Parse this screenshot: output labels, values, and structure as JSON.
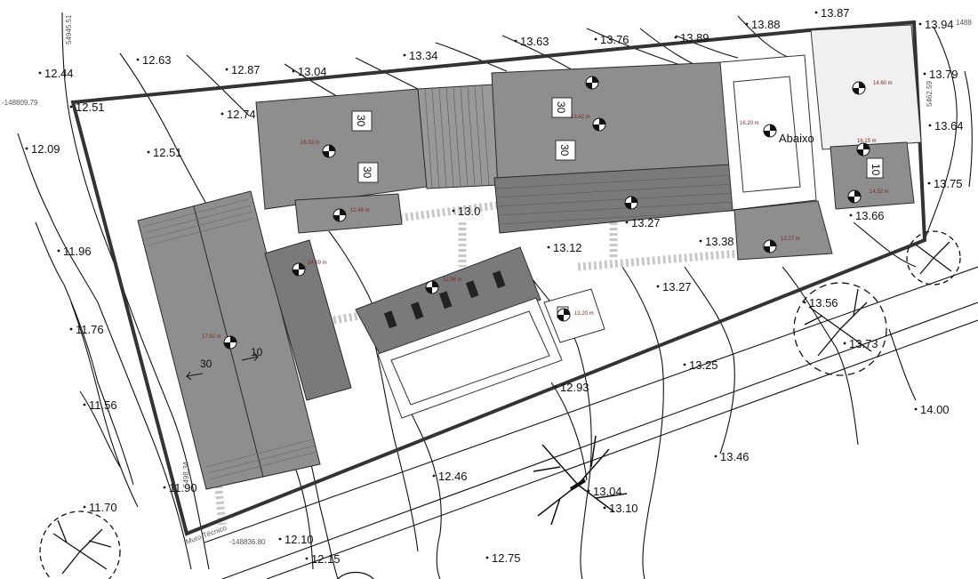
{
  "spot_elevations": [
    {
      "id": "e1",
      "text": "12.44"
    },
    {
      "id": "e2",
      "text": "12.63"
    },
    {
      "id": "e3",
      "text": "12.87"
    },
    {
      "id": "e4",
      "text": "13.04"
    },
    {
      "id": "e5",
      "text": "13.34"
    },
    {
      "id": "e6",
      "text": "13.63"
    },
    {
      "id": "e7",
      "text": "13.76"
    },
    {
      "id": "e8",
      "text": "13.89"
    },
    {
      "id": "e9",
      "text": "13.88"
    },
    {
      "id": "e10",
      "text": "13.87"
    },
    {
      "id": "e11",
      "text": "13.94"
    },
    {
      "id": "e12",
      "text": "13.79"
    },
    {
      "id": "e13",
      "text": "13.64"
    },
    {
      "id": "e14",
      "text": "13.75"
    },
    {
      "id": "e15",
      "text": "13.66"
    },
    {
      "id": "e16",
      "text": "12.51"
    },
    {
      "id": "e17",
      "text": "12.09"
    },
    {
      "id": "e18",
      "text": "12.51"
    },
    {
      "id": "e19",
      "text": "12.74"
    },
    {
      "id": "e20",
      "text": "11.96"
    },
    {
      "id": "e21",
      "text": "11.76"
    },
    {
      "id": "e22",
      "text": "11.56"
    },
    {
      "id": "e23",
      "text": "11.70"
    },
    {
      "id": "e24",
      "text": "11.90"
    },
    {
      "id": "e25",
      "text": "12.10"
    },
    {
      "id": "e26",
      "text": "12.15"
    },
    {
      "id": "e27",
      "text": "12.46"
    },
    {
      "id": "e28",
      "text": "12.75"
    },
    {
      "id": "e29",
      "text": "12.93"
    },
    {
      "id": "e30",
      "text": "13.04"
    },
    {
      "id": "e31",
      "text": "13.10"
    },
    {
      "id": "e32",
      "text": "13.12"
    },
    {
      "id": "e33",
      "text": "13.27"
    },
    {
      "id": "e34",
      "text": "13.27"
    },
    {
      "id": "e35",
      "text": "13.25"
    },
    {
      "id": "e36",
      "text": "13.38"
    },
    {
      "id": "e37",
      "text": "13.46"
    },
    {
      "id": "e38",
      "text": "13.56"
    },
    {
      "id": "e39",
      "text": "13.73"
    },
    {
      "id": "e40",
      "text": "14.00"
    },
    {
      "id": "e41",
      "text": "13.0"
    }
  ],
  "coordinates": {
    "top_left": "54945.51",
    "left": "-148809.79",
    "bottom_left": "-148836.80",
    "left_vertical": "5498.34",
    "top_right": "1488",
    "right_vertical": "5462.59"
  },
  "labels": {
    "abaixo": "Abaixo",
    "muro": "Muro Técnico"
  },
  "slopes": [
    "30",
    "30",
    "30",
    "30",
    "30",
    "10"
  ],
  "roof_elevations": [
    "16.33 m",
    "13.62 m",
    "16.20 m",
    "14.60 m",
    "16.15 m",
    "12.48 m",
    "14.52 m",
    "17.82 m",
    "14.39 m",
    "12.96 m",
    "13.27 m",
    "13.20 m"
  ]
}
